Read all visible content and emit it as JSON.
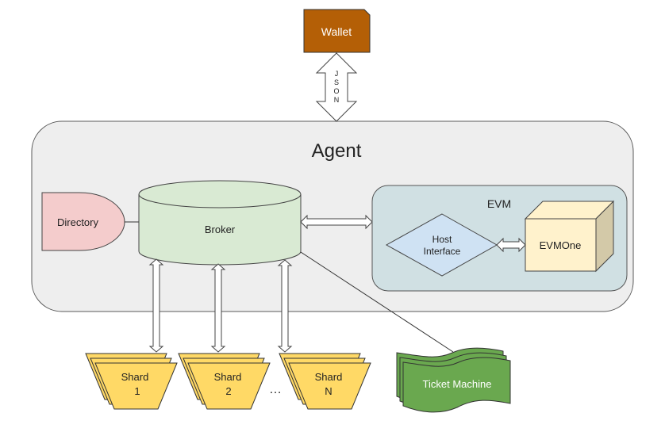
{
  "diagram": {
    "wallet": {
      "label": "Wallet",
      "color": "#b45f06"
    },
    "json_link": {
      "letters": [
        "J",
        "S",
        "O",
        "N"
      ]
    },
    "agent": {
      "label": "Agent",
      "color": "#eeeeee"
    },
    "directory": {
      "label": "Directory",
      "color": "#f4cccc"
    },
    "broker": {
      "label": "Broker",
      "color": "#d9ead3"
    },
    "evm": {
      "label": "EVM",
      "color": "#d0e0e3"
    },
    "host_interface": {
      "line1": "Host",
      "line2": "Interface",
      "color": "#cfe2f3"
    },
    "evmone": {
      "label": "EVMOne",
      "color": "#fff2cc",
      "side_color": "#d3c9a8"
    },
    "shards": [
      {
        "line1": "Shard",
        "line2": "1"
      },
      {
        "line1": "Shard",
        "line2": "2"
      },
      {
        "line1": "Shard",
        "line2": "N"
      }
    ],
    "shard_color": "#ffd966",
    "ellipsis": "…",
    "ticket_machine": {
      "label": "Ticket Machine",
      "color": "#6aa84f"
    }
  }
}
